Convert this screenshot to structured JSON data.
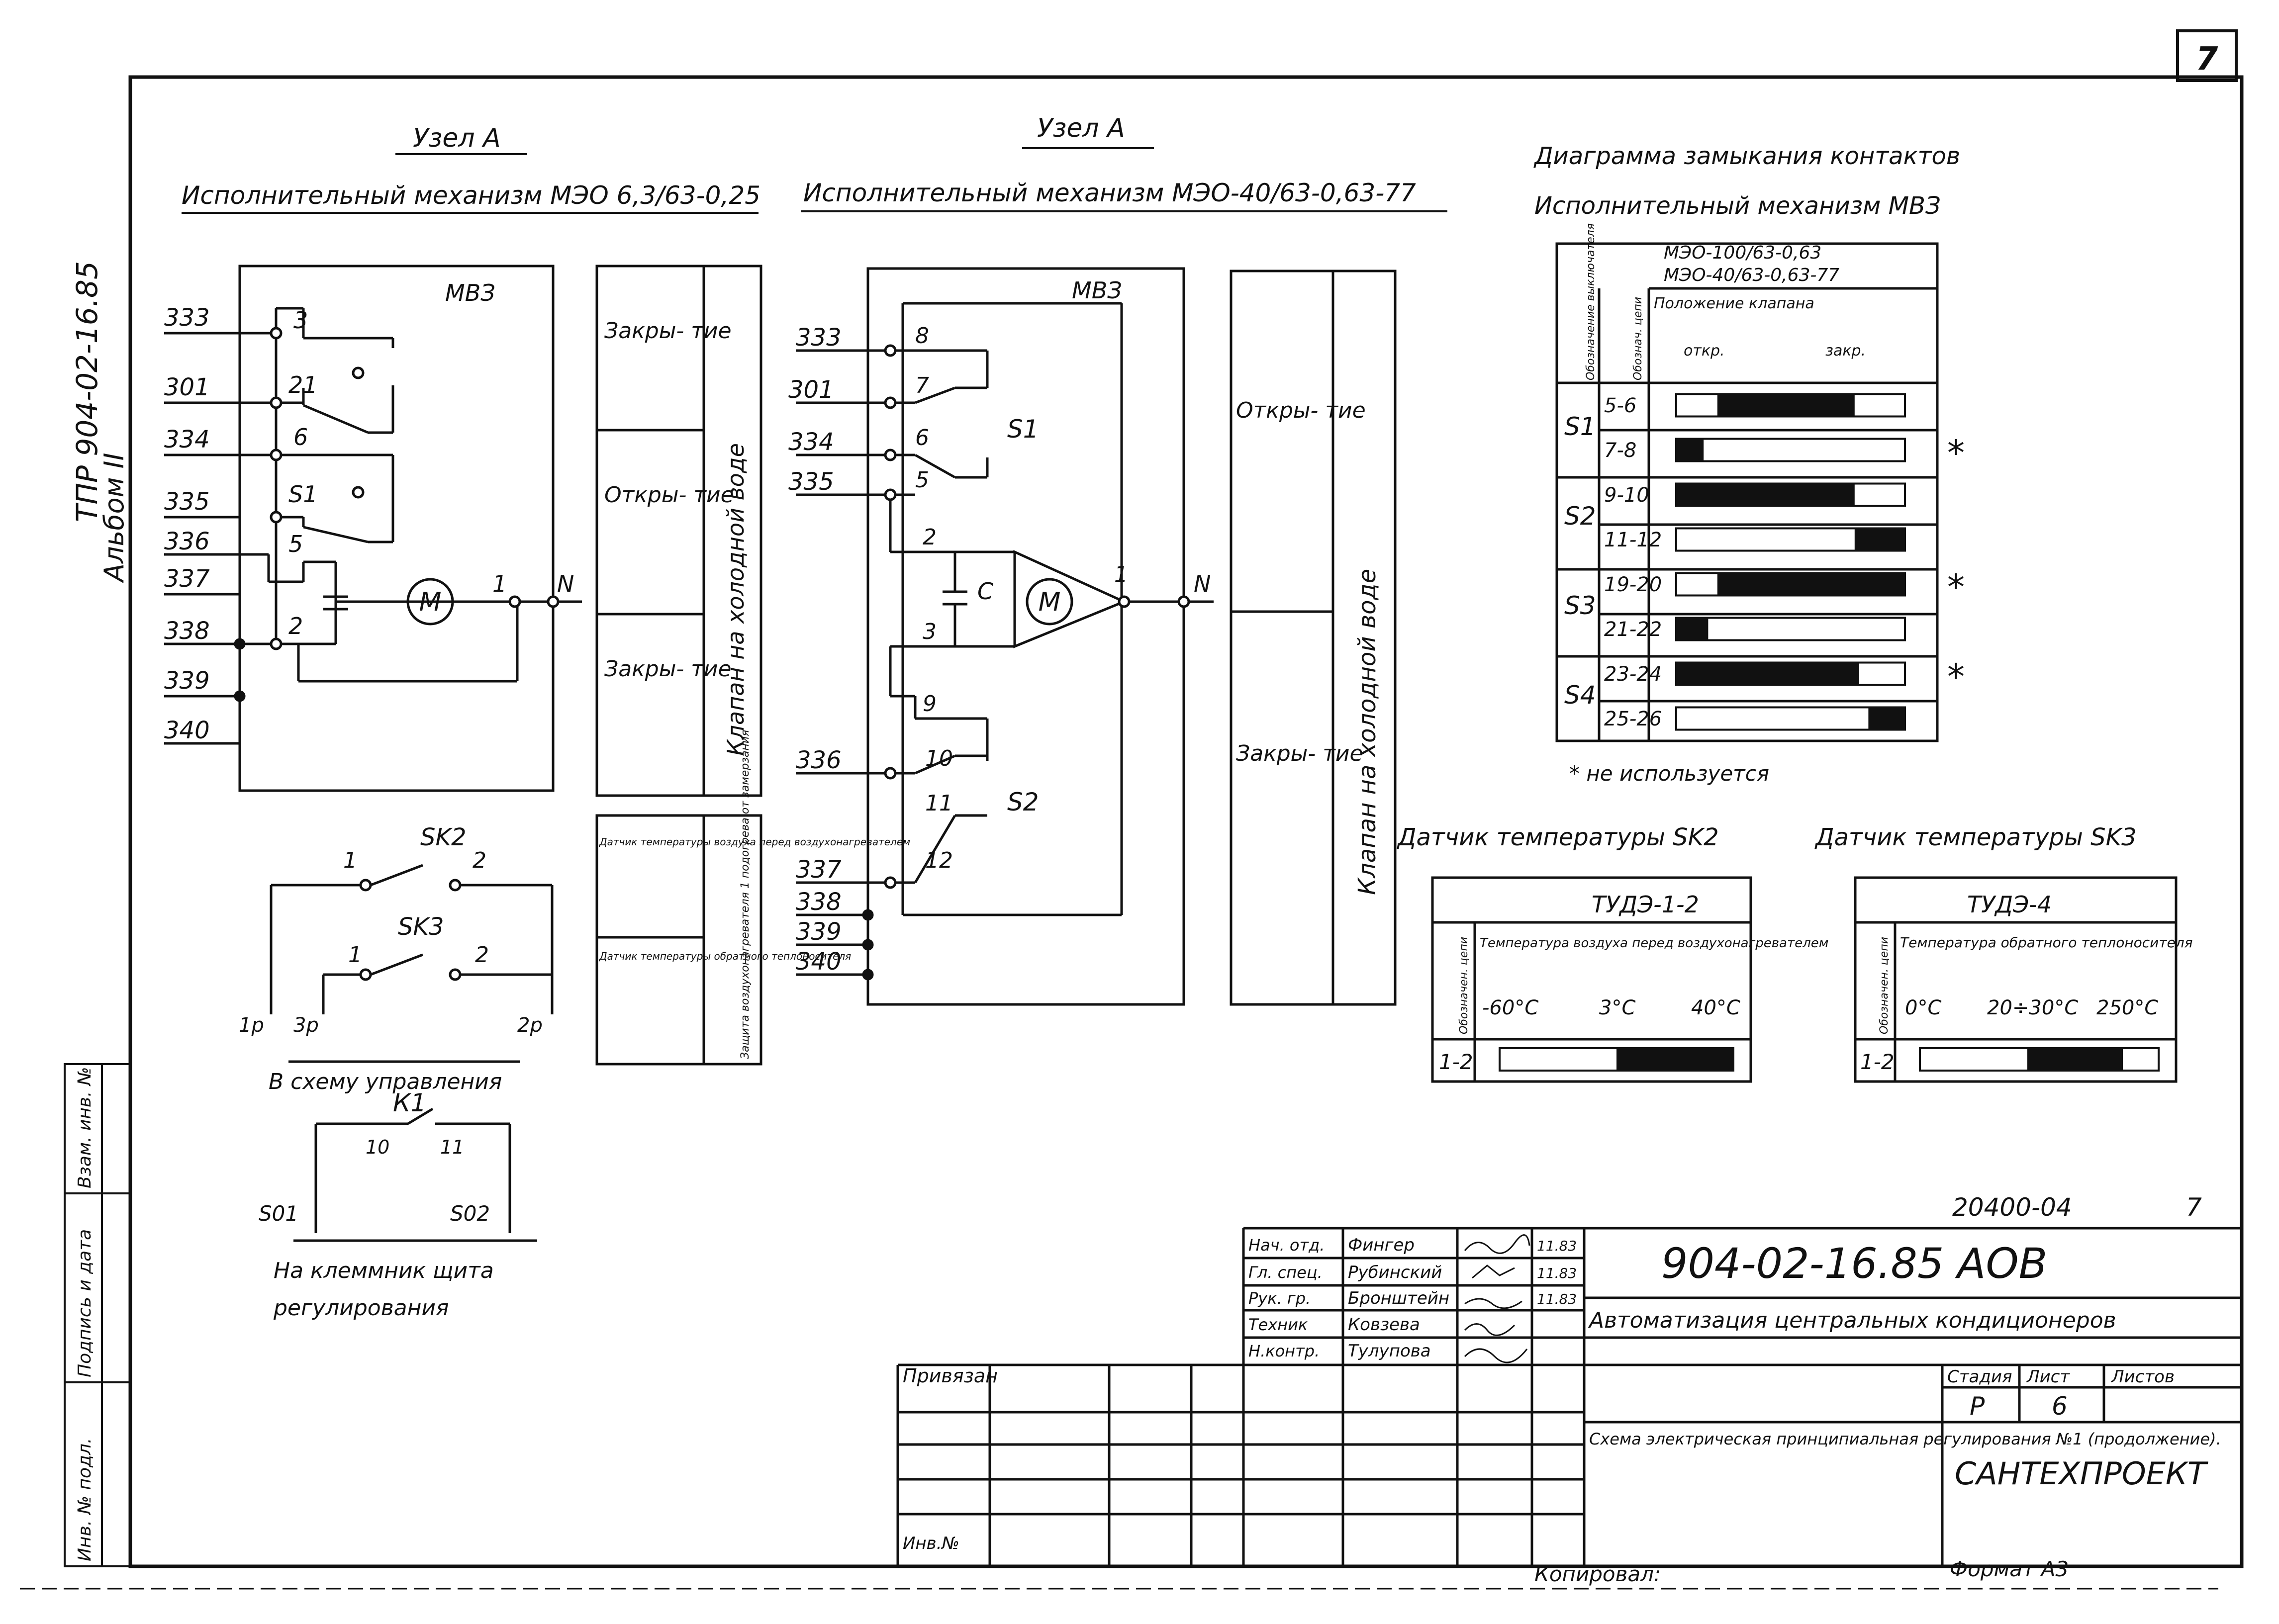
{
  "sheet": {
    "page_number": "7",
    "side_code": "ТПР  904-02-16.85",
    "album": "Альбом II",
    "sheet_code": "20400-04",
    "sheet_code_page": "7"
  },
  "left": {
    "title": "Узел А",
    "mechanism": "Исполнительный механизм МЭО 6,3/63-0,25",
    "box_label": "МВЗ",
    "terminals": [
      "333",
      "301",
      "334",
      "335",
      "336",
      "337",
      "338",
      "339",
      "340"
    ],
    "contacts": [
      "3",
      "21",
      "6",
      "S1",
      "5",
      "2",
      "1"
    ],
    "motor": "M",
    "neutral": "N",
    "functions": [
      "Закры- тие",
      "Откры- тие",
      "Закры- тие"
    ],
    "function_side": "Клапан на холодной воде",
    "sensor1": "Датчик температуры воздуха перед воздухонагревателем",
    "sensor2": "Датчик температуры обратного теплоносителя",
    "sensor_side": "Защита воздухонагревателя 1 подогрева от замерзания"
  },
  "sk": {
    "sk2": "SK2",
    "sk3": "SK3",
    "n1": "1",
    "n2": "2",
    "p1": "1р",
    "p3": "3р",
    "p2": "2р",
    "caption": "В схему управления",
    "k1": "К1",
    "k10": "10",
    "k11": "11",
    "s01": "S01",
    "s02": "S02",
    "caption2a": "На клеммник щита",
    "caption2b": "регулирования"
  },
  "middle": {
    "title": "Узел А",
    "mechanism": "Исполнительный механизм МЭО-40/63-0,63-77",
    "box_label": "МВЗ",
    "terminals": [
      "333",
      "301",
      "334",
      "335",
      "336",
      "337",
      "338",
      "339",
      "340"
    ],
    "contacts": [
      "8",
      "7",
      "6",
      "5",
      "2",
      "3",
      "9",
      "10",
      "11",
      "12",
      "1"
    ],
    "s1": "S1",
    "s2": "S2",
    "cap": "C",
    "motor": "M",
    "neutral": "N",
    "functions": [
      "Откры- тие",
      "Закры- тие"
    ],
    "function_side": "Клапан на холодной воде"
  },
  "diagram": {
    "title1": "Диаграмма замыкания контактов",
    "title2": "Исполнительный механизм МВЗ",
    "head1": "МЭО-100/63-0,63",
    "head2": "МЭО-40/63-0,63-77",
    "col_a": "Обозначение выключателя",
    "col_b": "Обознач. цепи",
    "col_c": "Положение клапана",
    "otkr": "откр.",
    "zakr": "закр.",
    "rows": [
      {
        "sw": "S1",
        "circ": "5-6",
        "fill_from": 0.18,
        "fill_to": 0.78,
        "star": ""
      },
      {
        "sw": "",
        "circ": "7-8",
        "fill_from": 0.0,
        "fill_to": 0.12,
        "star": "*"
      },
      {
        "sw": "S2",
        "circ": "9-10",
        "fill_from": 0.0,
        "fill_to": 0.78,
        "star": ""
      },
      {
        "sw": "",
        "circ": "11-12",
        "fill_from": 0.78,
        "fill_to": 1.0,
        "star": ""
      },
      {
        "sw": "S3",
        "circ": "19-20",
        "fill_from": 0.18,
        "fill_to": 1.0,
        "star": "*"
      },
      {
        "sw": "",
        "circ": "21-22",
        "fill_from": 0.0,
        "fill_to": 0.14,
        "star": ""
      },
      {
        "sw": "S4",
        "circ": "23-24",
        "fill_from": 0.0,
        "fill_to": 0.8,
        "star": "*"
      },
      {
        "sw": "",
        "circ": "25-26",
        "fill_from": 0.84,
        "fill_to": 1.0,
        "star": ""
      }
    ],
    "note": "* не используется"
  },
  "sensor_sk2": {
    "title": "Датчик температуры SK2",
    "model": "ТУДЭ-1-2",
    "col_a": "Обозначен. цепи",
    "heading": "Температура воздуха перед воздухонагревателем",
    "scale": [
      "-60°С",
      "3°С",
      "40°С"
    ],
    "circ": "1-2",
    "fill_from": 0.5,
    "fill_to": 1.0
  },
  "sensor_sk3": {
    "title": "Датчик температуры SK3",
    "model": "ТУДЭ-4",
    "col_a": "Обозначен. цепи",
    "heading": "Температура обратного теплоносителя",
    "scale": [
      "0°С",
      "20÷30°С",
      "250°С"
    ],
    "circ": "1-2",
    "fill_from": 0.45,
    "fill_to": 0.85
  },
  "stamp": {
    "code": "904-02-16.85  АОВ",
    "subject": "Автоматизация центральных кондиционеров",
    "roles": [
      "Нач. отд.",
      "Гл. спец.",
      "Рук. гр.",
      "Техник",
      "Н.контр."
    ],
    "names": [
      "Фингер",
      "Рубинский",
      "Бронштейн",
      "Ковзева",
      "Тулупова"
    ],
    "dates": [
      "11.83",
      "11.83",
      "11.83",
      "",
      ""
    ],
    "stage_h": "Стадия",
    "sheet_h": "Лист",
    "sheets_h": "Листов",
    "stage": "Р",
    "sheet": "6",
    "desc": "Схема электрическая принципиальная регулирования №1 (продолжение).",
    "org": "САНТЕХПРОЕКТ",
    "attached": "Привязан",
    "inv": "Инв.№"
  },
  "sidebox": [
    "Инв. № подл.",
    "Подпись и дата",
    "Взам. инв. №"
  ],
  "footer": {
    "copied": "Копировал:",
    "format": "Формат А3"
  }
}
